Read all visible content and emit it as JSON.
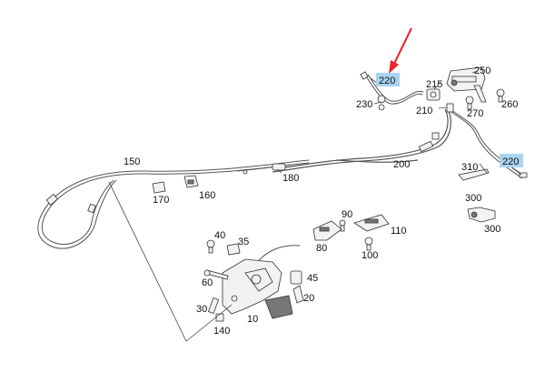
{
  "diagram": {
    "highlight_color": "#a9d3f0",
    "arrow_color": "#e8242a",
    "callouts": {
      "c220a": "220",
      "c220b": "220",
      "c250": "250",
      "c215": "215",
      "c230": "230",
      "c210": "210",
      "c270": "270",
      "c260": "260",
      "c150": "150",
      "c200": "200",
      "c310": "310",
      "c180": "180",
      "c170": "170",
      "c160": "160",
      "c300a": "300",
      "c300b": "300",
      "c90": "90",
      "c40": "40",
      "c35": "35",
      "c80": "80",
      "c110": "110",
      "c100": "100",
      "c60": "60",
      "c45": "45",
      "c20": "20",
      "c30": "30",
      "c10": "10",
      "c140": "140"
    }
  }
}
